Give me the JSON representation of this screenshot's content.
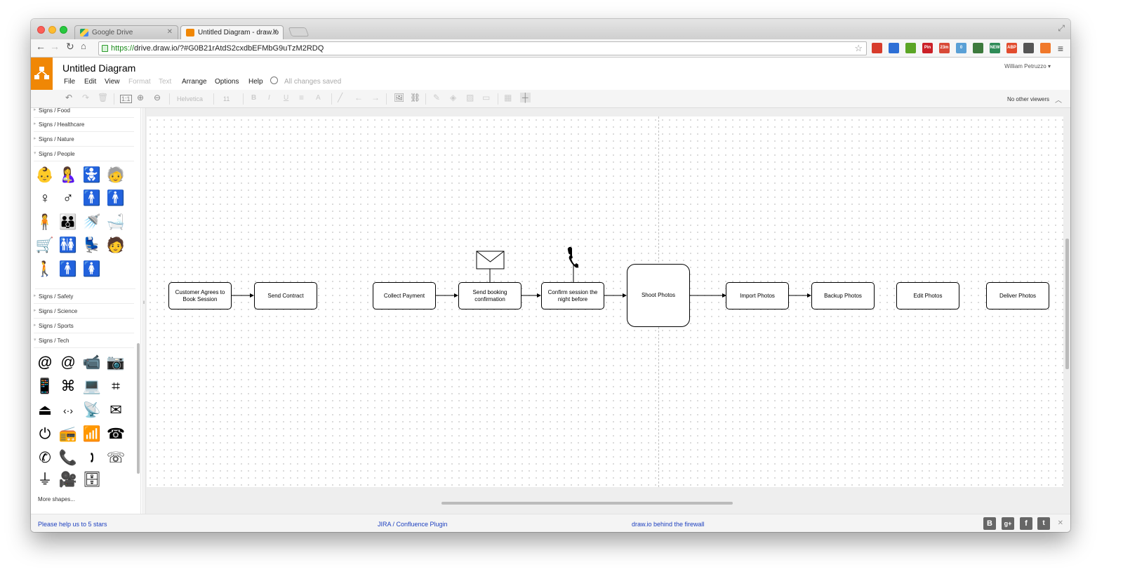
{
  "browser": {
    "tabs": [
      {
        "label": "Google Drive",
        "active": false
      },
      {
        "label": "Untitled Diagram - draw.io",
        "active": true
      }
    ],
    "url_scheme": "https://",
    "url_rest": "drive.draw.io/?#G0B21rAtdS2cxdbEFMbG9uTzM2RDQ",
    "extensions": [
      {
        "name": "bookmark-red-icon",
        "color": "#d73c2c",
        "label": ""
      },
      {
        "name": "phone-ext-icon",
        "color": "#2d6fd6",
        "label": ""
      },
      {
        "name": "evernote-icon",
        "color": "#5ba525",
        "label": ""
      },
      {
        "name": "pinterest-icon",
        "color": "#cb2027",
        "label": "Pin"
      },
      {
        "name": "timer-ext-icon",
        "color": "#d84a38",
        "label": "23m"
      },
      {
        "name": "calendar-ext-icon",
        "color": "#5aa0d6",
        "label": "0"
      },
      {
        "name": "puzzle-ext-icon",
        "color": "#3d7a3d",
        "label": ""
      },
      {
        "name": "news-ext-icon",
        "color": "#2e8b57",
        "label": "NEW"
      },
      {
        "name": "adblock-icon",
        "color": "#e24c2e",
        "label": "ABP"
      },
      {
        "name": "pocket-icon",
        "color": "#555555",
        "label": ""
      },
      {
        "name": "fire-ext-icon",
        "color": "#f0782a",
        "label": ""
      }
    ]
  },
  "app": {
    "title": "Untitled Diagram",
    "menu": {
      "file": "File",
      "edit": "Edit",
      "view": "View",
      "format": "Format",
      "text": "Text",
      "arrange": "Arrange",
      "options": "Options",
      "help": "Help",
      "saved": "All changes saved"
    },
    "user": "William Petruzzo",
    "viewers": "No other viewers",
    "toolbar": {
      "font": "Helvetica",
      "size": "11"
    }
  },
  "sidebar": {
    "libs": {
      "food": "Signs / Food",
      "healthcare": "Signs / Healthcare",
      "nature": "Signs / Nature",
      "people": "Signs / People",
      "safety": "Signs / Safety",
      "science": "Signs / Science",
      "sports": "Signs / Sports",
      "tech": "Signs / Tech"
    },
    "more": "More shapes..."
  },
  "diagram": {
    "nodes": {
      "n1": "Customer Agrees to Book Session",
      "n2": "Send Contract",
      "n3": "Collect Payment",
      "n4": "Send booking confirmation",
      "n5": "Confirm session the night before",
      "n6": "Shoot Photos",
      "n7": "Import Photos",
      "n8": "Backup Photos",
      "n9": "Edit Photos",
      "n10": "Deliver Photos"
    }
  },
  "footer": {
    "rate": "Please help us to 5 stars",
    "plugin": "JIRA / Confluence Plugin",
    "firewall": "draw.io behind the firewall"
  }
}
